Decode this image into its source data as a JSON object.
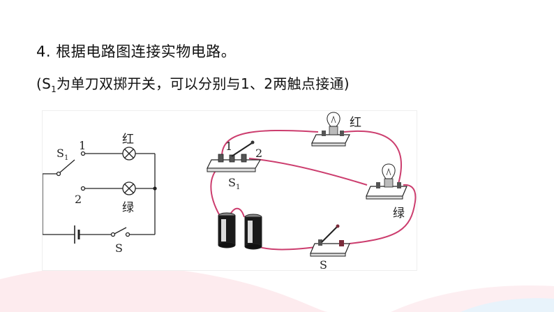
{
  "question": {
    "title": "4. 根据电路图连接实物电路。",
    "note_prefix": "(S",
    "note_sub": "1",
    "note_rest": "为单刀双掷开关，可以分别与1、2两触点接通)"
  },
  "schematic": {
    "switch_s1": "S",
    "switch_s1_sub": "1",
    "contact_1": "1",
    "contact_2": "2",
    "lamp_red": "红",
    "lamp_green": "绿",
    "switch_s": "S"
  },
  "physical": {
    "contact_1": "1",
    "contact_2": "2",
    "switch_s1": "S",
    "switch_s1_sub": "1",
    "lamp_red": "红",
    "lamp_green": "绿",
    "switch_s": "S"
  },
  "colors": {
    "wire": "#cc3d6e",
    "background_wave": "#fde9ec"
  }
}
